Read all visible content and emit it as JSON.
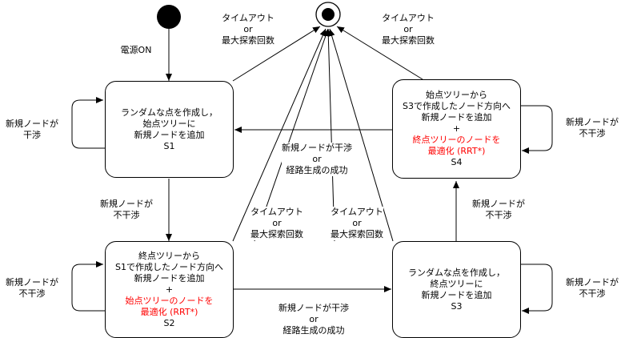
{
  "diagram": {
    "start_label": "電源ON",
    "states": {
      "s1": {
        "lines": [
          "ランダムな点を作成し，",
          "始点ツリーに",
          "新規ノードを追加",
          "S1"
        ]
      },
      "s2": {
        "lines": [
          "終点ツリーから",
          "S1で作成したノード方向へ",
          "新規ノードを追加",
          "+"
        ],
        "red_lines": [
          "始点ツリーのノードを",
          "最適化 (RRT*)"
        ],
        "id": "S2"
      },
      "s3": {
        "lines": [
          "ランダムな点を作成し，",
          "終点ツリーに",
          "新規ノードを追加",
          "S3"
        ]
      },
      "s4": {
        "lines": [
          "始点ツリーから",
          "S3で作成したノード方向へ",
          "新規ノードを追加",
          "+"
        ],
        "red_lines": [
          "終点ツリーのノードを",
          "最適化 (RRT*)"
        ],
        "id": "S4"
      }
    },
    "labels": {
      "timeout_s1": [
        "タイムアウト",
        "or",
        "最大探索回数"
      ],
      "timeout_s4": [
        "タイムアウト",
        "or",
        "最大探索回数"
      ],
      "timeout_s2": [
        "タイムアウト",
        "or",
        "最大探索回数"
      ],
      "timeout_s3": [
        "タイムアウト",
        "or",
        "最大探索回数"
      ],
      "success_s4": [
        "新規ノードが干渉",
        "or",
        "経路生成の成功"
      ],
      "success_s2": [
        "新規ノードが干渉",
        "or",
        "経路生成の成功"
      ],
      "self_s1": [
        "新規ノードが",
        "干渉"
      ],
      "self_s2": [
        "新規ノードが",
        "不干渉"
      ],
      "self_s3": [
        "新規ノードが",
        "不干渉"
      ],
      "self_s4": [
        "新規ノードが",
        "不干渉"
      ],
      "s1_to_s2": [
        "新規ノードが",
        "不干渉"
      ],
      "s3_to_s4": [
        "新規ノードが",
        "不干渉"
      ]
    }
  }
}
